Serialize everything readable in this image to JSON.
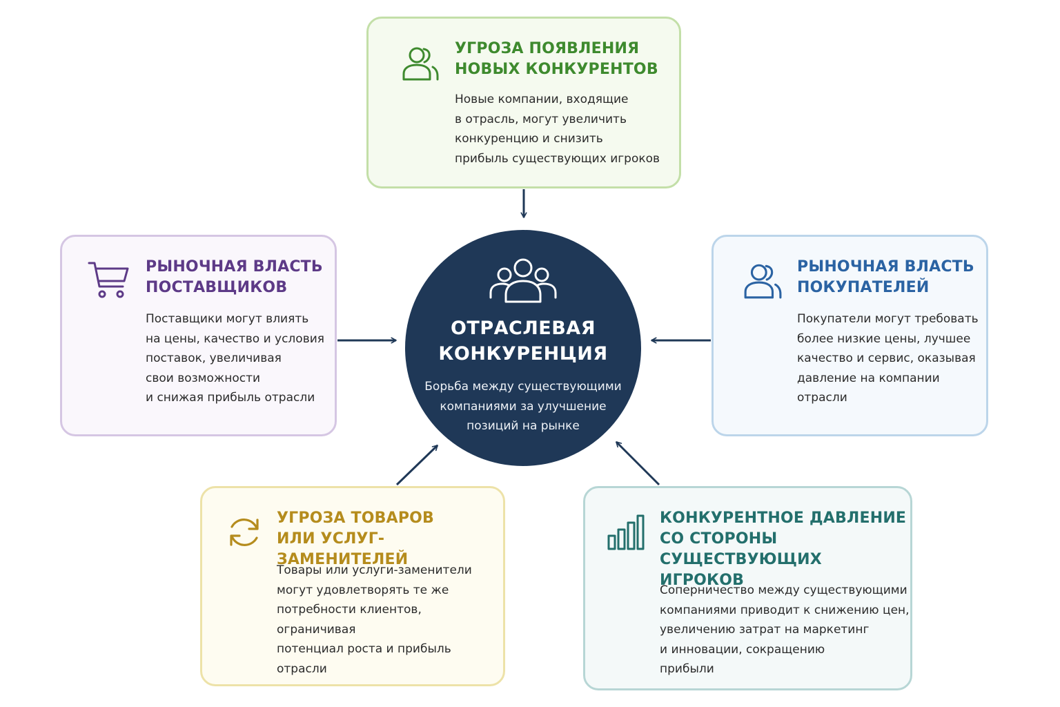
{
  "center": {
    "title": "ОТРАСЛЕВАЯ\nКОНКУРЕНЦИЯ",
    "subtitle": "Борьба между существующими\nкомпаниями за улучшение\nпозиций на рынке",
    "icon": "people-group-icon",
    "color": "#1f3857"
  },
  "forces": {
    "new_entrants": {
      "title": "УГРОЗА ПОЯВЛЕНИЯ\nНОВЫХ КОНКУРЕНТОВ",
      "description": "Новые компании, входящие\nв отрасль, могут увеличить\nконкуренцию и снизить\nприбыль существующих игроков",
      "icon": "new-user-icon",
      "color": "#3e8a2e"
    },
    "suppliers": {
      "title": "РЫНОЧНАЯ ВЛАСТЬ\nПОСТАВЩИКОВ",
      "description": "Поставщики могут влиять\nна цены, качество и условия\nпоставок, увеличивая\nсвои возможности\nи снижая прибыль отрасли",
      "icon": "shopping-cart-icon",
      "color": "#5d3a87"
    },
    "buyers": {
      "title": "РЫНОЧНАЯ ВЛАСТЬ\nПОКУПАТЕЛЕЙ",
      "description": "Покупатели могут требовать\nболее низкие цены, лучшее\nкачество и сервис, оказывая\nдавление на компании\nотрасли",
      "icon": "buyers-icon",
      "color": "#2b63a3"
    },
    "substitutes": {
      "title": "УГРОЗА ТОВАРОВ\nИЛИ УСЛУГ-ЗАМЕНИТЕЛЕЙ",
      "description": "Товары или услуги-заменители\nмогут удовлетворять те же\nпотребности клиентов, ограничивая\nпотенциал роста и прибыль отрасли",
      "icon": "refresh-icon",
      "color": "#b58c1d"
    },
    "rivalry": {
      "title": "КОНКУРЕНТНОЕ ДАВЛЕНИЕ\nСО СТОРОНЫ СУЩЕСТВУЮЩИХ\nИГРОКОВ",
      "description": "Соперничество между существующими\nкомпаниями приводит к снижению цен,\nувеличению затрат на маркетинг\nи инновации, сокращению\nприбыли",
      "icon": "bar-chart-icon",
      "color": "#236f6c"
    }
  },
  "arrow_color": "#1f3857"
}
